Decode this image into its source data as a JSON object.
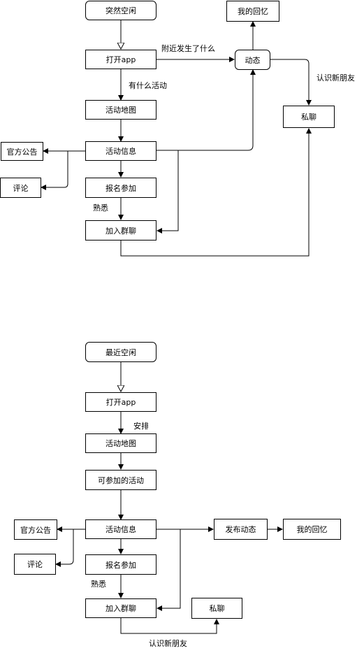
{
  "diagram1": {
    "start": "突然空闲",
    "open_app": "打开app",
    "activity_map": "活动地图",
    "activity_info": "活动信息",
    "signup": "报名参加",
    "join_group": "加入群聊",
    "official_notice": "官方公告",
    "comment": "评论",
    "feed": "动态",
    "memories": "我的回忆",
    "private_chat": "私聊",
    "label_nearby": "附近发生了什么",
    "label_whats_on": "有什么活动",
    "label_familiar": "熟悉",
    "label_new_friends": "认识新朋友"
  },
  "diagram2": {
    "start": "最近空闲",
    "open_app": "打开app",
    "activity_map": "活动地图",
    "available_activities": "可参加的活动",
    "activity_info": "活动信息",
    "signup": "报名参加",
    "join_group": "加入群聊",
    "official_notice": "官方公告",
    "comment": "评论",
    "post_feed": "发布动态",
    "memories": "我的回忆",
    "private_chat": "私聊",
    "label_arrange": "安排",
    "label_familiar": "熟悉",
    "label_new_friends": "认识新朋友"
  }
}
